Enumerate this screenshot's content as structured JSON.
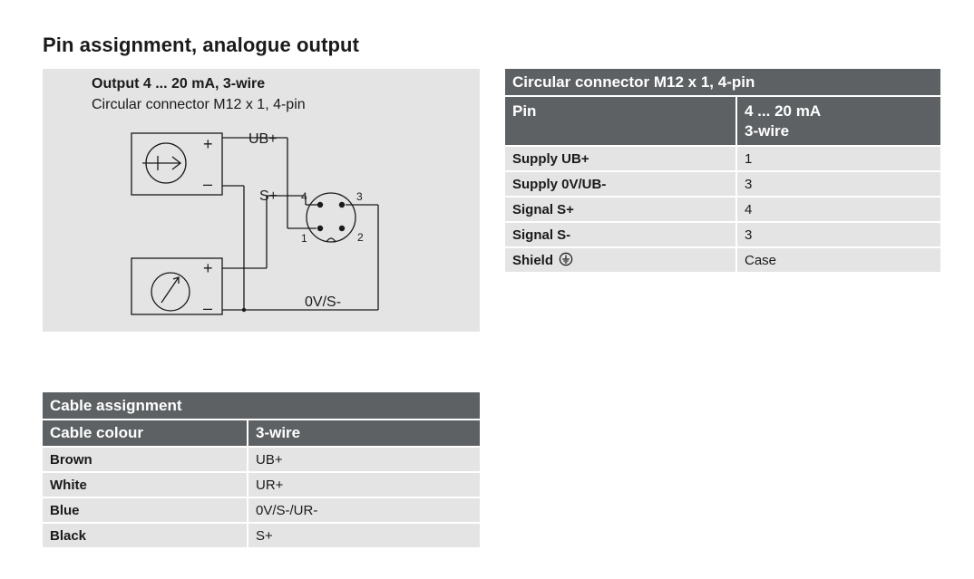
{
  "page": {
    "title": "Pin assignment, analogue output"
  },
  "diagram": {
    "heading": "Output 4 ... 20 mA, 3-wire",
    "subheading": "Circular connector M12 x 1, 4-pin",
    "labels": {
      "ub_plus": "UB+",
      "s_plus": "S+",
      "zero_v": "0V/S-",
      "plus_top": "+",
      "minus_top": "–",
      "plus_bottom": "+",
      "minus_bottom": "–",
      "pin_1": "1",
      "pin_2": "2",
      "pin_3": "3",
      "pin_4": "4"
    }
  },
  "connector_table": {
    "title": "Circular connector M12 x 1, 4-pin",
    "col_pin": "Pin",
    "col_value_line1": "4 ... 20 mA",
    "col_value_line2": "3-wire",
    "rows": [
      {
        "label": "Supply UB+",
        "value": "1"
      },
      {
        "label": "Supply 0V/UB-",
        "value": "3"
      },
      {
        "label": "Signal S+",
        "value": "4"
      },
      {
        "label": "Signal S-",
        "value": "3"
      },
      {
        "label": "Shield",
        "value": "Case"
      }
    ]
  },
  "cable_table": {
    "title": "Cable assignment",
    "col_colour": "Cable colour",
    "col_wire": "3-wire",
    "rows": [
      {
        "label": "Brown",
        "value": "UB+"
      },
      {
        "label": "White",
        "value": "UR+"
      },
      {
        "label": "Blue",
        "value": "0V/S-/UR-"
      },
      {
        "label": "Black",
        "value": "S+"
      }
    ]
  },
  "colors": {
    "header_bg": "#5d6163",
    "cell_bg": "#e4e4e4",
    "text": "#1a1a1a"
  }
}
